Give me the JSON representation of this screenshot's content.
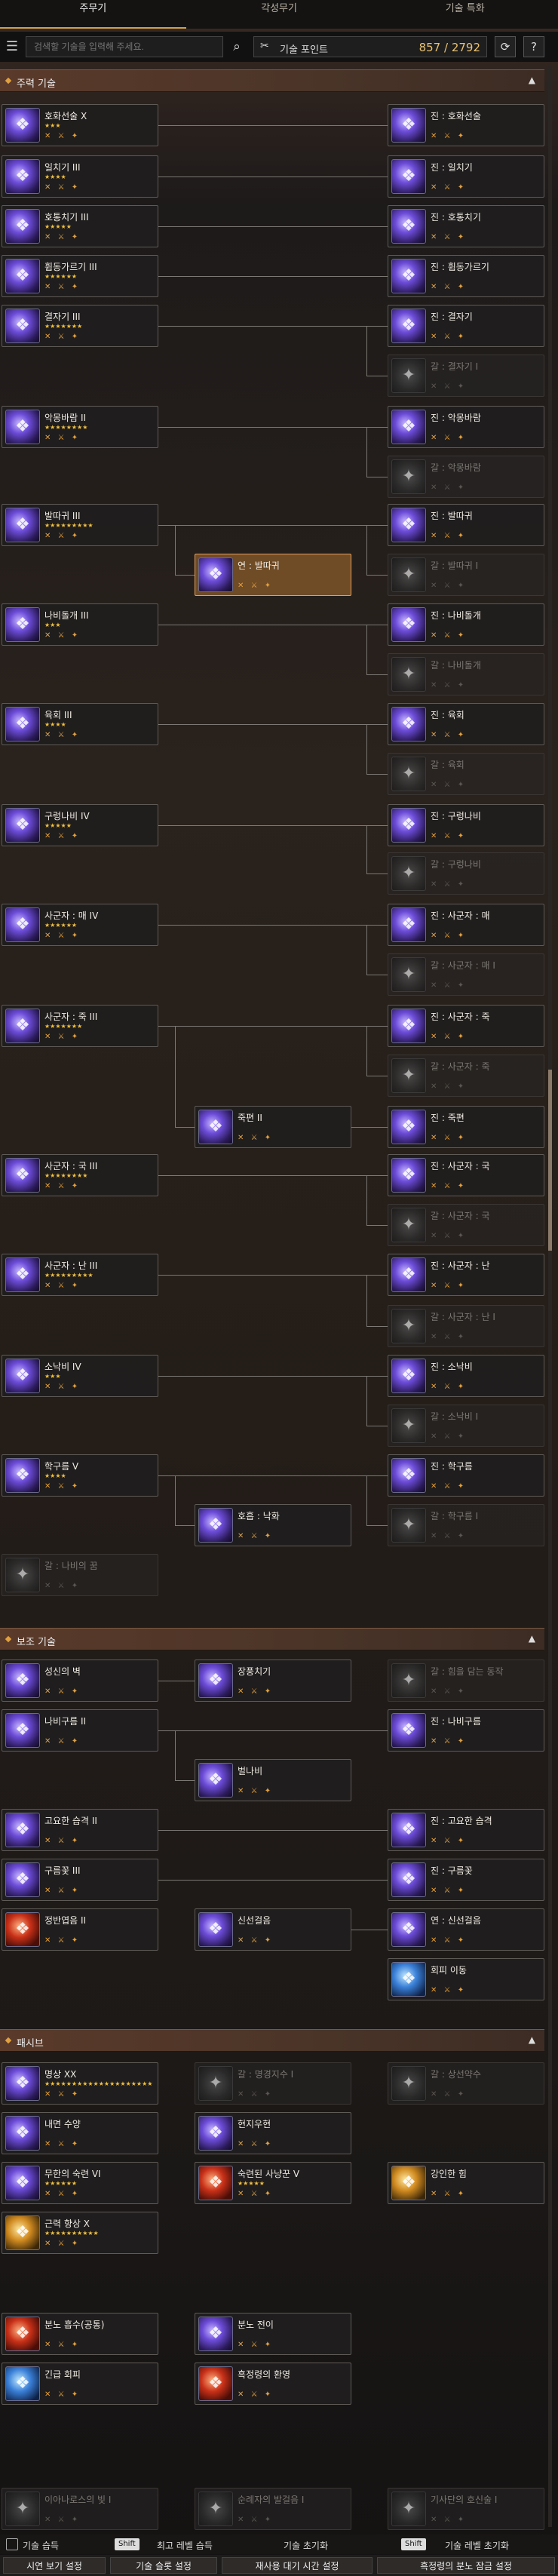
{
  "tabs": [
    "주무기",
    "각성무기",
    "기술 특화"
  ],
  "search": {
    "placeholder": "검색할 기술을 입력해 주세요."
  },
  "points": {
    "label": "기술 포인트",
    "value": "857 / 2792"
  },
  "buttons": {
    "refresh": "⟳",
    "help": "?"
  },
  "sections": {
    "main": "주력 기술",
    "support": "보조 기술",
    "passive": "패시브"
  },
  "cards": {
    "main_l": [
      "호화선술 X",
      "일치기 III",
      "호통치기 III",
      "휩동가르기 III",
      "결자기 III",
      "악몽바람 II",
      "발따귀 III",
      "나비돌개 III",
      "육회 III",
      "구렁나비 IV",
      "사군자 : 매 IV",
      "사군자 : 죽 III",
      "사군자 : 국 III",
      "사군자 : 난 III",
      "소낙비 IV",
      "학구름 V"
    ],
    "main_r": [
      "진 : 호화선술",
      "진 : 일치기",
      "진 : 호통치기",
      "진 : 휩동가르기",
      "진 : 결자기",
      "진 : 악몽바람",
      "진 : 발따귀",
      "진 : 나비돌개",
      "진 : 육회",
      "진 : 구렁나비",
      "진 : 사군자 : 매",
      "진 : 사군자 : 죽",
      "진 : 죽편",
      "진 : 사군자 : 국",
      "진 : 사군자 : 난",
      "진 : 소낙비",
      "진 : 학구름"
    ],
    "main_dim": [
      "갈 : 결자기 I",
      "갈 : 악몽바람",
      "갈 : 발따귀 I",
      "갈 : 나비돌개",
      "갈 : 육회",
      "갈 : 구렁나비",
      "갈 : 사군자 : 매 I",
      "갈 : 사군자 : 죽",
      "갈 : 사군자 : 국",
      "갈 : 사군자 : 난 I",
      "갈 : 소낙비 I",
      "갈 : 학구름 I",
      "갈 : 나비의 꿈"
    ],
    "main_mid": [
      "연 : 발따귀",
      "죽편 II",
      "호흡 : 낙화"
    ],
    "sup": [
      "성신의 벽",
      "나비구름 II",
      "고요한 습격 II",
      "구름꽃 III",
      "정반엽음 II",
      "장풍치기",
      "벌나비",
      "신선걸음",
      "갈 : 힘을 담는 동작",
      "진 : 나비구름",
      "진 : 고요한 습격",
      "진 : 구름꽃",
      "연 : 신선걸음",
      "회피 이동"
    ],
    "pas": [
      "명상 XX",
      "내면 수양",
      "무한의 숙련 VI",
      "근력 향상 X",
      "갈 : 명경지수 I",
      "현지우현",
      "숙련된 사냥꾼 V",
      "강인한 힘",
      "갈 : 상선약수"
    ],
    "extra": [
      "분노 흡수(공통)",
      "긴급 회피",
      "분노 전이",
      "흑정령의 환영"
    ],
    "bottom_dim": [
      "이아나로스의 빛 I",
      "순례자의 발걸음 I",
      "기사단의 호신술 I"
    ]
  },
  "bottom": {
    "learn": "기술 습득",
    "max_learn": "최고 레벨 습득",
    "reset_skill": "기술 초기화",
    "reset_level": "기술 레벨 초기화",
    "shift": "Shift",
    "view": "시연 보기 설정",
    "slot": "기술 슬롯 설정",
    "cooldown": "재사용 대기 시간 설정",
    "spirit": "흑정령의 분노 잠금 설정"
  },
  "colors": {
    "accent": "#cfa04a",
    "section": "#5a3a2a"
  }
}
